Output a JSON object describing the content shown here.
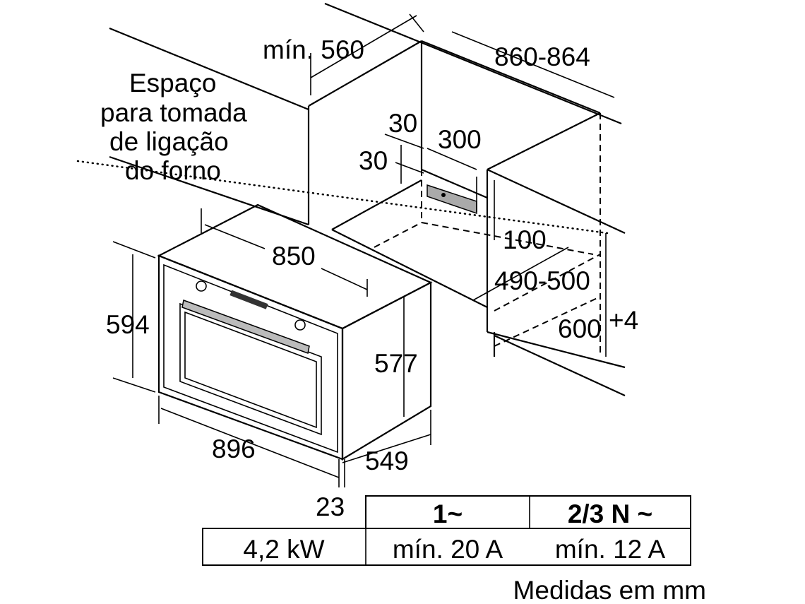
{
  "diagram": {
    "title": "Built-in oven installation dimensions",
    "cabinet": {
      "min_depth": "mín. 560",
      "width_range": "860-864",
      "socket_note": [
        "Espaço",
        "para tomada",
        "de ligação",
        "do forno"
      ],
      "socket_offset_top": "30",
      "socket_offset_side": "30",
      "socket_width": "300",
      "socket_gap": "100",
      "depth_range": "490-500",
      "height": "600",
      "height_tolerance": "+4"
    },
    "oven": {
      "height": "594",
      "inner_height": "577",
      "width": "896",
      "inner_width": "850",
      "depth": "549",
      "front_thickness": "23"
    },
    "table": {
      "headers": [
        "",
        "1~",
        "2/3 N ~"
      ],
      "rows": [
        [
          "4,2 kW",
          "mín. 20 A",
          "mín. 12 A"
        ]
      ]
    },
    "units_note": "Medidas em mm"
  }
}
